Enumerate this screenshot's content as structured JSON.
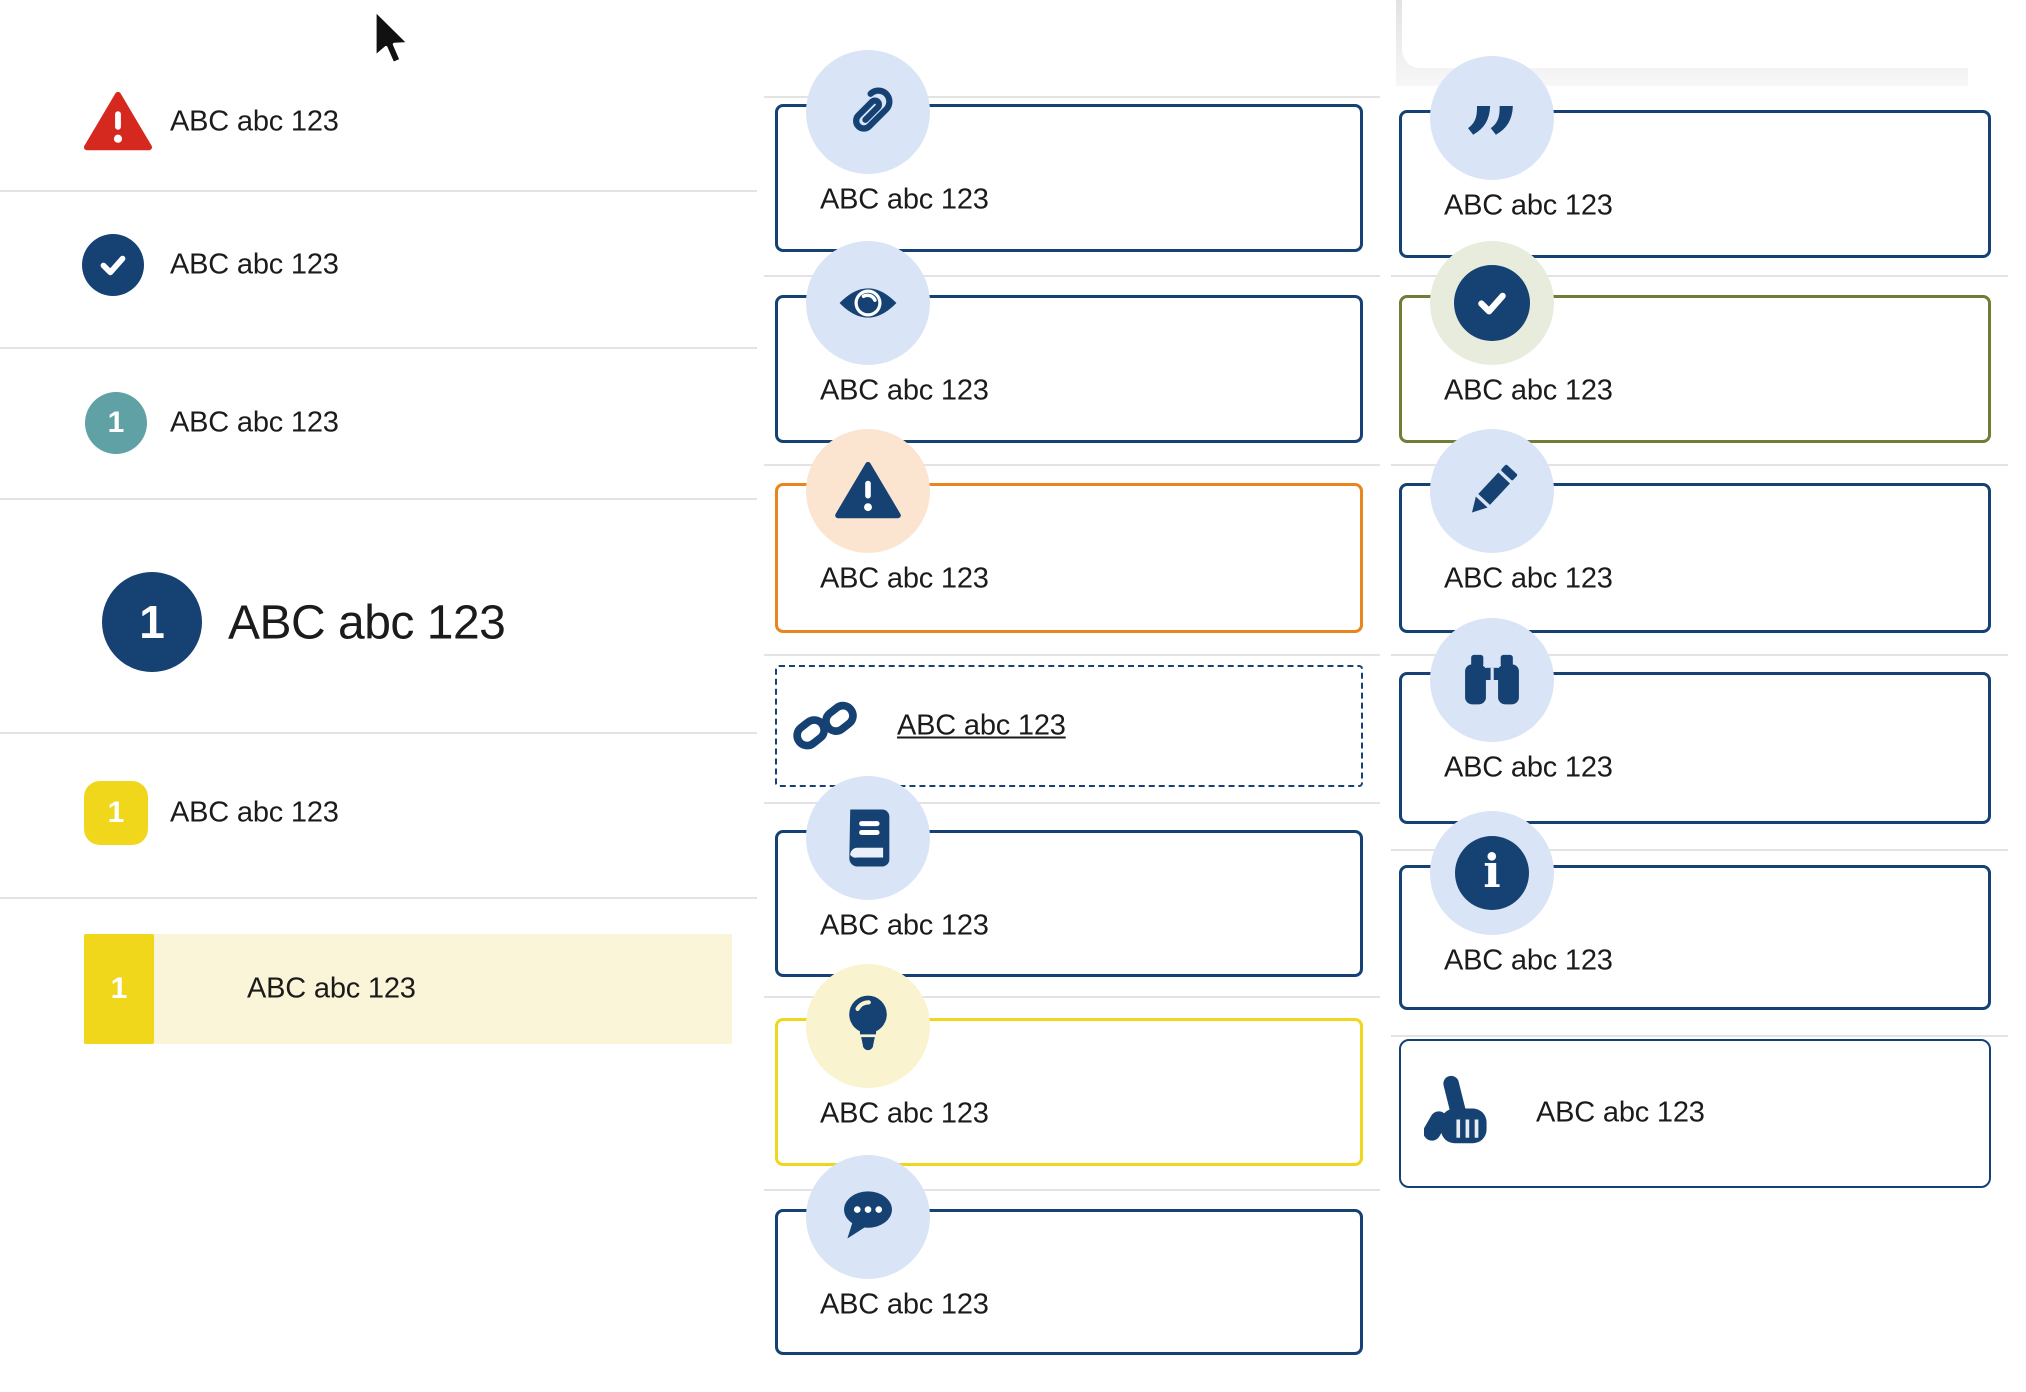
{
  "colors": {
    "navy": "#154273",
    "light_blue_circle": "#d9e4f6",
    "red": "#d5281e",
    "teal": "#5fa1a5",
    "yellow": "#f1d71b",
    "pale_yellow_row": "#faf5d8",
    "pale_yellow_circle": "#faf3cf",
    "orange": "#e8851c",
    "peach_circle": "#fce5d0",
    "olive": "#6f7d36",
    "sage_circle": "#e7ecdc",
    "text": "#1b1b1b",
    "separator": "#e3e3e3"
  },
  "left_list": {
    "items": [
      {
        "icon": "alert-triangle-icon",
        "style": "error",
        "label": "ABC abc 123"
      },
      {
        "icon": "check-circle-icon",
        "style": "success",
        "label": "ABC abc 123"
      },
      {
        "icon": "number-circle-teal",
        "number": "1",
        "label": "ABC abc 123"
      },
      {
        "icon": "number-circle-navy-large",
        "number": "1",
        "label": "ABC abc 123"
      },
      {
        "icon": "number-square-yellow",
        "number": "1",
        "label": "ABC abc 123"
      },
      {
        "icon": "number-square-yellow",
        "number": "1",
        "label": "ABC abc 123",
        "state": "highlighted"
      }
    ]
  },
  "middle_callouts": [
    {
      "icon": "paperclip-icon",
      "border": "navy",
      "label": "ABC abc 123"
    },
    {
      "icon": "eye-icon",
      "border": "navy",
      "label": "ABC abc 123"
    },
    {
      "icon": "warning-icon",
      "border": "orange",
      "label": "ABC abc 123"
    },
    {
      "icon": "link-icon",
      "border": "dashed-navy",
      "is_link": true,
      "label": "ABC abc 123"
    },
    {
      "icon": "book-icon",
      "border": "navy",
      "label": "ABC abc 123"
    },
    {
      "icon": "lightbulb-icon",
      "border": "yellow",
      "label": "ABC abc 123"
    },
    {
      "icon": "chat-icon",
      "border": "navy",
      "label": "ABC abc 123"
    }
  ],
  "right_callouts": [
    {
      "icon": "quote-icon",
      "border": "navy",
      "label": "ABC abc 123"
    },
    {
      "icon": "check-icon",
      "border": "olive",
      "label": "ABC abc 123"
    },
    {
      "icon": "pencil-icon",
      "border": "navy",
      "label": "ABC abc 123"
    },
    {
      "icon": "binoculars-icon",
      "border": "navy",
      "label": "ABC abc 123"
    },
    {
      "icon": "info-icon",
      "border": "navy",
      "label": "ABC abc 123"
    },
    {
      "icon": "hand-pointer-icon",
      "border": "navy",
      "label": "ABC abc 123"
    }
  ],
  "glyphs": {
    "quote": "”",
    "info": "i"
  }
}
